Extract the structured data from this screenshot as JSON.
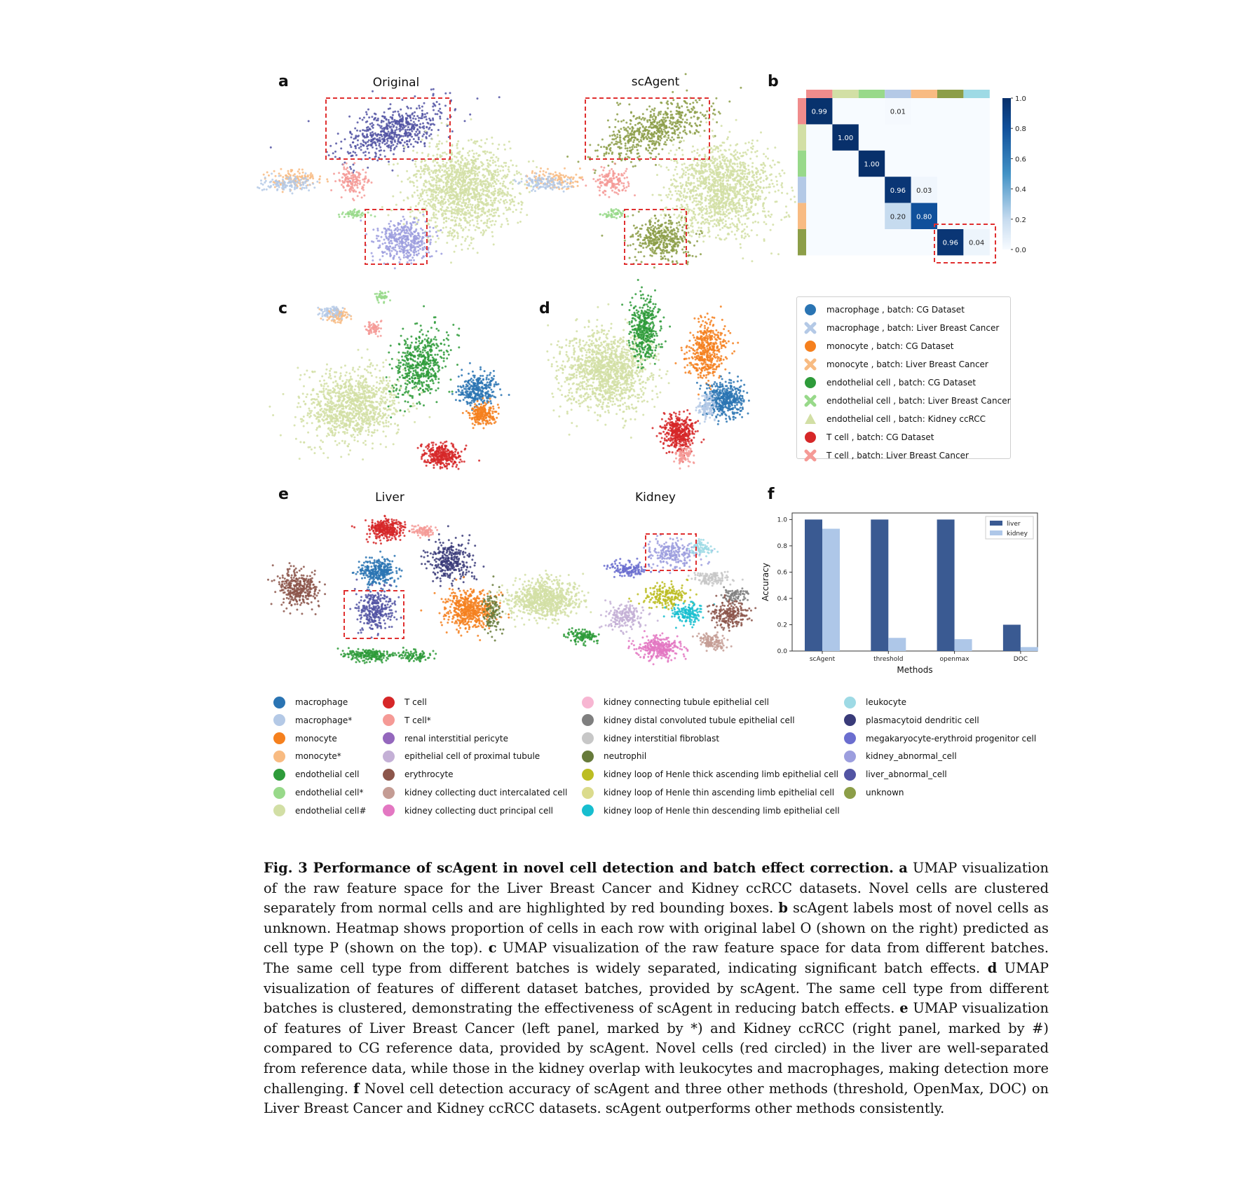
{
  "panel_labels": {
    "a": "a",
    "b": "b",
    "c": "c",
    "d": "d",
    "e": "e",
    "f": "f"
  },
  "panel_titles": {
    "original": "Original",
    "scagent": "scAgent",
    "liver": "Liver",
    "kidney": "Kidney"
  },
  "colors": {
    "macrophage": "#2a74b3",
    "macrophage_star": "#b4c9e6",
    "monocyte": "#f5801e",
    "monocyte_star": "#f8bb82",
    "endothelial": "#2e9b3a",
    "endothelial_star": "#98d98a",
    "endothelial_hash": "#d2dfa5",
    "tcell": "#d62728",
    "tcell_star": "#f59a96",
    "renal_pericyte": "#9467bd",
    "prox_tubule": "#c4b0d6",
    "erythrocyte": "#8c564b",
    "collecting_intercalated": "#c49c94",
    "collecting_principal": "#e377c2",
    "connecting_tubule": "#f7b6d2",
    "distal_convoluted": "#7f7f7f",
    "interstitial_fibroblast": "#c7c7c7",
    "neutrophil": "#667a3a",
    "henle_thick": "#bcbd22",
    "henle_thin_asc": "#dbdb8d",
    "henle_thin_desc": "#17becf",
    "leukocyte": "#9edae5",
    "plasmacytoid": "#393b79",
    "megakaryocyte": "#6b6ecf",
    "kidney_abnormal": "#9c9ede",
    "liver_abnormal": "#5254a3",
    "unknown": "#8c9e48",
    "highlight_box": "#e03030"
  },
  "heatmap": {
    "top_colors": [
      "#f08c8c",
      "#d2dfa5",
      "#98d98a",
      "#b4c9e6",
      "#f8bb82",
      "#8c9e48",
      "#9edae5"
    ],
    "side_colors": [
      "#f08c8c",
      "#d2dfa5",
      "#98d98a",
      "#b4c9e6",
      "#f8bb82",
      "#8c9e48"
    ],
    "cells": [
      {
        "row": 0,
        "col": 0,
        "value": 0.99,
        "label": "0.99"
      },
      {
        "row": 0,
        "col": 3,
        "value": 0.01,
        "label": "0.01"
      },
      {
        "row": 1,
        "col": 1,
        "value": 1.0,
        "label": "1.00"
      },
      {
        "row": 2,
        "col": 2,
        "value": 1.0,
        "label": "1.00"
      },
      {
        "row": 3,
        "col": 3,
        "value": 0.96,
        "label": "0.96"
      },
      {
        "row": 3,
        "col": 4,
        "value": 0.03,
        "label": "0.03"
      },
      {
        "row": 4,
        "col": 3,
        "value": 0.2,
        "label": "0.20"
      },
      {
        "row": 4,
        "col": 4,
        "value": 0.8,
        "label": "0.80"
      },
      {
        "row": 5,
        "col": 5,
        "value": 0.96,
        "label": "0.96"
      },
      {
        "row": 5,
        "col": 6,
        "value": 0.04,
        "label": "0.04"
      }
    ],
    "colorbar_ticks": [
      "1.0",
      "0.8",
      "0.6",
      "0.4",
      "0.2",
      "0.0"
    ]
  },
  "legend_d": [
    {
      "label": "macrophage , batch: CG Dataset",
      "color": "#2a74b3",
      "marker": "circle"
    },
    {
      "label": "macrophage , batch: Liver Breast Cancer",
      "color": "#b4c9e6",
      "marker": "x"
    },
    {
      "label": "monocyte , batch: CG Dataset",
      "color": "#f5801e",
      "marker": "circle"
    },
    {
      "label": "monocyte , batch: Liver Breast Cancer",
      "color": "#f8bb82",
      "marker": "x"
    },
    {
      "label": "endothelial cell , batch: CG Dataset",
      "color": "#2e9b3a",
      "marker": "circle"
    },
    {
      "label": "endothelial cell , batch: Liver Breast Cancer",
      "color": "#98d98a",
      "marker": "x"
    },
    {
      "label": "endothelial cell , batch: Kidney ccRCC",
      "color": "#d2dfa5",
      "marker": "triangle"
    },
    {
      "label": "T cell , batch: CG Dataset",
      "color": "#d62728",
      "marker": "circle"
    },
    {
      "label": "T cell , batch: Liver Breast Cancer",
      "color": "#f59a96",
      "marker": "x"
    }
  ],
  "legend_e": [
    [
      {
        "label": "macrophage",
        "color": "#2a74b3"
      },
      {
        "label": "macrophage*",
        "color": "#b4c9e6"
      },
      {
        "label": "monocyte",
        "color": "#f5801e"
      },
      {
        "label": "monocyte*",
        "color": "#f8bb82"
      },
      {
        "label": "endothelial cell",
        "color": "#2e9b3a"
      },
      {
        "label": "endothelial cell*",
        "color": "#98d98a"
      },
      {
        "label": "endothelial cell#",
        "color": "#d2dfa5"
      }
    ],
    [
      {
        "label": "T cell",
        "color": "#d62728"
      },
      {
        "label": "T cell*",
        "color": "#f59a96"
      },
      {
        "label": "renal interstitial pericyte",
        "color": "#9467bd"
      },
      {
        "label": "epithelial cell of proximal tubule",
        "color": "#c4b0d6"
      },
      {
        "label": "erythrocyte",
        "color": "#8c564b"
      },
      {
        "label": "kidney collecting duct intercalated cell",
        "color": "#c49c94"
      },
      {
        "label": "kidney collecting duct principal cell",
        "color": "#e377c2"
      }
    ],
    [
      {
        "label": "kidney connecting tubule epithelial cell",
        "color": "#f7b6d2"
      },
      {
        "label": "kidney distal convoluted tubule epithelial cell",
        "color": "#7f7f7f"
      },
      {
        "label": "kidney interstitial fibroblast",
        "color": "#c7c7c7"
      },
      {
        "label": "neutrophil",
        "color": "#667a3a"
      },
      {
        "label": "kidney loop of Henle thick ascending limb epithelial cell",
        "color": "#bcbd22"
      },
      {
        "label": "kidney loop of Henle thin ascending limb epithelial cell",
        "color": "#dbdb8d"
      },
      {
        "label": "kidney loop of Henle thin descending limb epithelial cell",
        "color": "#17becf"
      }
    ],
    [
      {
        "label": "leukocyte",
        "color": "#9edae5"
      },
      {
        "label": "plasmacytoid dendritic cell",
        "color": "#393b79"
      },
      {
        "label": "megakaryocyte-erythroid progenitor cell",
        "color": "#6b6ecf"
      },
      {
        "label": "kidney_abnormal_cell",
        "color": "#9c9ede"
      },
      {
        "label": "liver_abnormal_cell",
        "color": "#5254a3"
      },
      {
        "label": "unknown",
        "color": "#8c9e48"
      }
    ]
  ],
  "chart_data": {
    "type": "bar",
    "categories": [
      "scAgent",
      "threshold",
      "openmax",
      "DOC"
    ],
    "series": [
      {
        "name": "liver",
        "values": [
          1.0,
          1.0,
          1.0,
          0.2
        ],
        "color": "#3a5a92"
      },
      {
        "name": "kidney",
        "values": [
          0.93,
          0.1,
          0.09,
          0.03
        ],
        "color": "#aec7e8"
      }
    ],
    "xlabel": "Methods",
    "ylabel": "Accuracy",
    "ylim": [
      0,
      1.05
    ],
    "yticks": [
      "0.0",
      "0.2",
      "0.4",
      "0.6",
      "0.8",
      "1.0"
    ],
    "legend": "top-right",
    "grid": false
  },
  "caption": {
    "head": "Fig. 3  Performance of scAgent in novel cell detection and batch effect correction.",
    "a_label": "a",
    "a_text": " UMAP visualization of the raw feature space for the Liver Breast Cancer and Kidney ccRCC datasets. Novel cells are clustered separately from normal cells and are highlighted by red bounding boxes. ",
    "b_label": "b",
    "b_text": " scAgent labels most of novel cells as unknown. Heatmap shows proportion of cells in each row with original label O (shown on the right) predicted as cell type P (shown on the top). ",
    "c_label": "c",
    "c_text": " UMAP visualization of the raw feature space for data from different batches. The same cell type from different batches is widely separated, indicating significant batch effects. ",
    "d_label": "d",
    "d_text": " UMAP visualization of features of different dataset batches, provided by scAgent. The same cell type from different batches is clustered, demonstrating the effectiveness of scAgent in reducing batch effects. ",
    "e_label": "e",
    "e_text": " UMAP visualization of features of Liver Breast Cancer (left panel, marked by *) and Kidney ccRCC (right panel, marked by #) compared to CG reference data, provided by scAgent. Novel cells (red circled) in the liver are well-separated from reference data, while those in the kidney overlap with leukocytes and macrophages, making detection more challenging. ",
    "f_label": "f",
    "f_text": " Novel cell detection accuracy of scAgent and three other methods (threshold, OpenMax, DOC) on Liver Breast Cancer and Kidney ccRCC datasets. scAgent outperforms other methods consistently."
  }
}
